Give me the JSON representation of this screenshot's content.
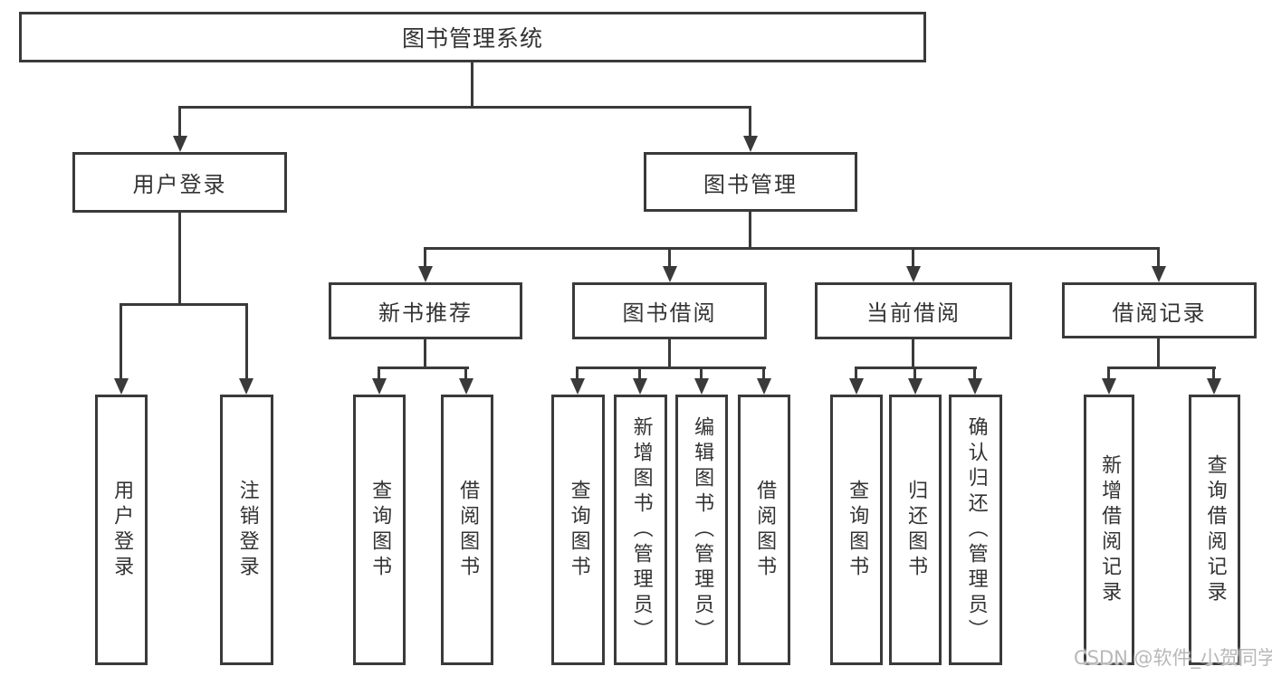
{
  "tree": {
    "root": {
      "label": "图书管理系统"
    },
    "branches": [
      {
        "label": "用户登录",
        "children": [
          {
            "label": "用户登录"
          },
          {
            "label": "注销登录"
          }
        ]
      },
      {
        "label": "图书管理",
        "children": [
          {
            "label": "新书推荐",
            "children": [
              {
                "label": "查询图书"
              },
              {
                "label": "借阅图书"
              }
            ]
          },
          {
            "label": "图书借阅",
            "children": [
              {
                "label": "查询图书"
              },
              {
                "label": "新增图书（管理员）"
              },
              {
                "label": "编辑图书（管理员）"
              },
              {
                "label": "借阅图书"
              }
            ]
          },
          {
            "label": "当前借阅",
            "children": [
              {
                "label": "查询图书"
              },
              {
                "label": "归还图书"
              },
              {
                "label": "确认归还（管理员）"
              }
            ]
          },
          {
            "label": "借阅记录",
            "children": [
              {
                "label": "新增借阅记录"
              },
              {
                "label": "查询借阅记录"
              }
            ]
          }
        ]
      }
    ]
  },
  "watermark": "CSDN @软件_小贺同学",
  "colors": {
    "line": "#3a3a3a",
    "text": "#333333",
    "background": "#ffffff",
    "watermark": "#b8b8b8"
  }
}
